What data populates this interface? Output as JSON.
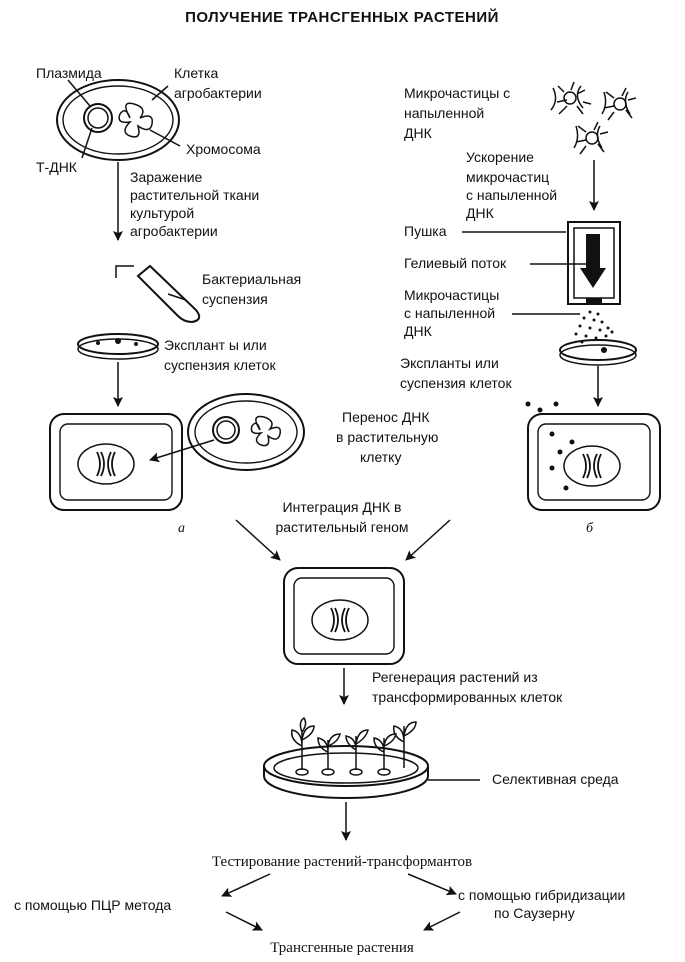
{
  "title": "ПОЛУЧЕНИЕ ТРАНСГЕННЫХ РАСТЕНИЙ",
  "left": {
    "plasmid": "Плазмида",
    "bacterium_cell": [
      "Клетка",
      "агробактерии"
    ],
    "chromosome": "Хромосома",
    "t_dna": "Т-ДНК",
    "infection": [
      "Заражение",
      "растительной ткани",
      "культурой",
      "агробактерии"
    ],
    "bacterial_suspension": [
      "Бактериальная",
      "суспензия"
    ],
    "explants": [
      "Эксплант ы или",
      "суспензия клеток"
    ],
    "dna_transfer": [
      "Перенос ДНК",
      "в растительную",
      "клетку"
    ],
    "panel_label": "а"
  },
  "right": {
    "microparticles_top": [
      "Микрочастицы с",
      "напыленной",
      "ДНК"
    ],
    "acceleration": [
      "Ускорение",
      "микрочастиц",
      "с напыленной",
      "ДНК"
    ],
    "gun": "Пушка",
    "helium_flow": "Гелиевый поток",
    "microparticles_bottom": [
      "Микрочастицы",
      "с напыленной",
      "ДНК"
    ],
    "explants": [
      "Экспланты или",
      "суспензия клеток"
    ],
    "panel_label": "б"
  },
  "center": {
    "integration": [
      "Интеграция ДНК в",
      "растительный геном"
    ],
    "regeneration": [
      "Регенерация растений из",
      "трансформированных клеток"
    ],
    "selective_medium": "Селективная среда",
    "testing": "Тестирование растений-трансформантов",
    "pcr": "с помощью ПЦР метода",
    "southern": [
      "с помощью гибридизации",
      "по Саузерну"
    ],
    "transgenic": "Трансгенные растения"
  }
}
